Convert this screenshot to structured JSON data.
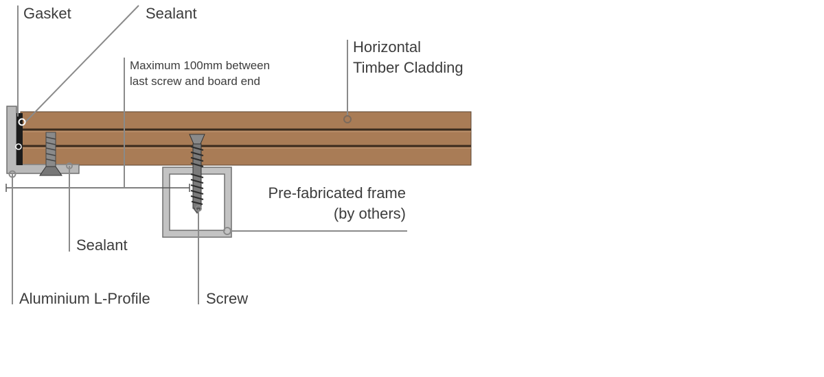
{
  "labels": {
    "gasket": "Gasket",
    "sealant_top": "Sealant",
    "max_note_line1": "Maximum 100mm between",
    "max_note_line2": "last screw and board end",
    "cladding_line1": "Horizontal",
    "cladding_line2": "Timber Cladding",
    "frame_line1": "Pre-fabricated frame",
    "frame_line2": "(by others)",
    "sealant_bottom": "Sealant",
    "l_profile": "Aluminium L-Profile",
    "screw": "Screw"
  },
  "colors": {
    "timber": "#a97c56",
    "timber_groove": "#3a2b1e",
    "aluminium": "#b9b9b9",
    "aluminium_edge": "#6f6f6f",
    "leader_line": "#8a8a8a",
    "text": "#3c3c3c"
  }
}
